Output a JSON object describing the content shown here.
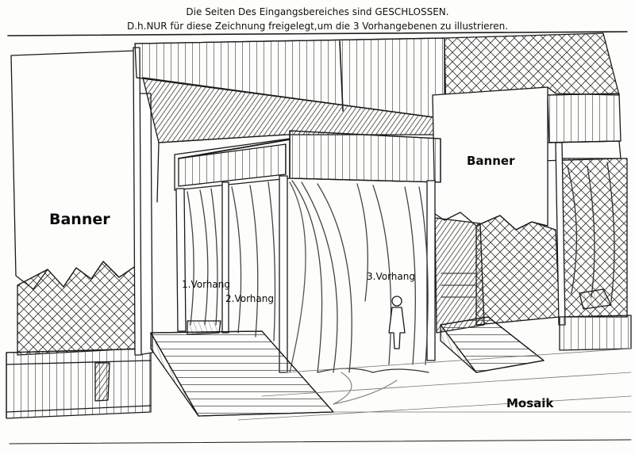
{
  "header": {
    "line1": "Die Seiten Des Eingangsbereiches sind GESCHLOSSEN.",
    "line2": "D.h.NUR für diese Zeichnung freigelegt,um die 3 Vorhangebenen zu illustrieren."
  },
  "labels": {
    "banner_left": "Banner",
    "banner_right": "Banner",
    "curtain_1": "1.Vorhang",
    "curtain_2": "2.Vorhang",
    "curtain_3": "3.Vorhang",
    "floor": "Mosaik"
  },
  "colors": {
    "ink": "#1a1a1a",
    "paper": "#fdfdfb"
  }
}
